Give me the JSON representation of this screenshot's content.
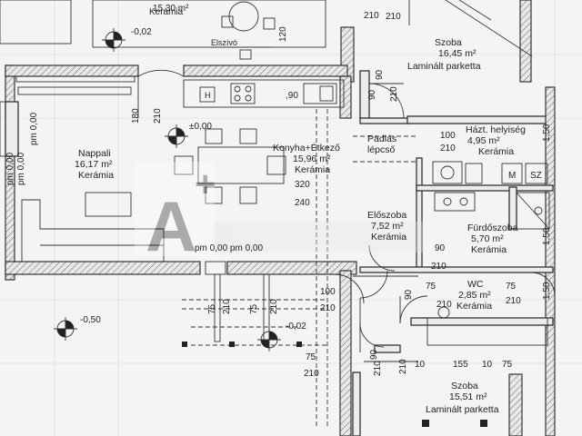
{
  "rooms": {
    "top_room_area": "15,30 m²",
    "top_room_floor": "Kerámia",
    "szoba1_name": "Szoba",
    "szoba1_area": "16,45 m²",
    "szoba1_floor": "Laminált parketta",
    "nappali_name": "Nappali",
    "nappali_area": "16,17 m²",
    "nappali_floor": "Kerámia",
    "konyha_name": "Konyha+Étkező",
    "konyha_area": "15,96 m²",
    "konyha_floor": "Kerámia",
    "padlas_name": "Padlás",
    "padlas_sub": "lépcső",
    "haztart_name": "Házt. helyiség",
    "haztart_area": "4,95 m²",
    "haztart_floor": "Kerámia",
    "eloszoba_name": "Előszoba",
    "eloszoba_area": "7,52 m²",
    "eloszoba_floor": "Kerámia",
    "furdo_name": "Fürdőszoba",
    "furdo_area": "5,70 m²",
    "furdo_floor": "Kerámia",
    "wc_name": "WC",
    "wc_area": "2,85 m²",
    "wc_floor": "Kerámia",
    "szoba2_name": "Szoba",
    "szoba2_area": "15,51 m²",
    "szoba2_floor": "Laminált parketta"
  },
  "labels": {
    "elszivo": "Elszívó",
    "level_top": "-0,02",
    "level_kitchen": "±0,00",
    "level_left": "-0,50",
    "level_porch": "-0,02",
    "pm_row": "pm 0,00 pm 0,00",
    "pm_v1": "pm 0,00",
    "pm_v2": "pm 0,00",
    "pm_v3": "pm 0,00",
    "m": "M",
    "sz": "SZ",
    "h": "H",
    "logo_a": "A",
    "logo_plus": "+"
  },
  "dims": {
    "d210a": "210",
    "d210b": "210",
    "d120": "120",
    "d90a": "90",
    "d90b": ",90",
    "d180": "180",
    "d210c": "210",
    "d320": "320",
    "d240": "240",
    "d90c": "90",
    "d210d": "210",
    "d100a": "100",
    "d210e": "210",
    "d1_50": "1,50",
    "d1_50b": "1,50",
    "d90d": "90",
    "d210f": "210",
    "d75a": "75",
    "d75b": "75",
    "d210g": "210",
    "d210h": "210",
    "d75c": "75",
    "d75d": "75",
    "d75e": "75",
    "d210i": "210",
    "d100b": "100",
    "d210j": "210",
    "d90e": "90",
    "d210k": "210",
    "d90f": "90",
    "d210l": "210",
    "d75f": "75",
    "d210m": "210",
    "d10a": "10",
    "d155": "155",
    "d10b": "10",
    "d75g": "75",
    "d1_50c": "1,50",
    "d210n": "210"
  }
}
